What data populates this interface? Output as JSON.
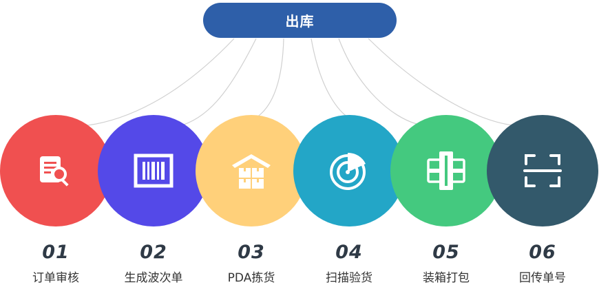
{
  "title": "出库",
  "steps": [
    {
      "num": "01",
      "label": "订单审核",
      "color": "#f05050",
      "icon": "order-review-icon"
    },
    {
      "num": "02",
      "label": "生成波次单",
      "color": "#5449e8",
      "icon": "barcode-icon"
    },
    {
      "num": "03",
      "label": "PDA拣货",
      "color": "#ffd07a",
      "icon": "warehouse-boxes-icon"
    },
    {
      "num": "04",
      "label": "扫描验货",
      "color": "#23a6c7",
      "icon": "radar-scan-icon"
    },
    {
      "num": "05",
      "label": "装箱打包",
      "color": "#44c97f",
      "icon": "package-box-icon"
    },
    {
      "num": "06",
      "label": "回传单号",
      "color": "#33596b",
      "icon": "scan-frame-icon"
    }
  ]
}
